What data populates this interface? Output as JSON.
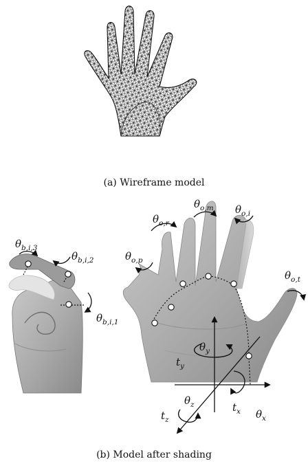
{
  "captions": {
    "a": "(a) Wireframe model",
    "b": "(b) Model after shading"
  },
  "labels": {
    "theta_b_i_3": {
      "base": "θ",
      "sub": "b,i,3"
    },
    "theta_b_i_2": {
      "base": "θ",
      "sub": "b,i,2"
    },
    "theta_b_i_1": {
      "base": "θ",
      "sub": "b,i,1"
    },
    "theta_o_r": {
      "base": "θ",
      "sub": "o,r"
    },
    "theta_o_m": {
      "base": "θ",
      "sub": "o,m"
    },
    "theta_o_i": {
      "base": "θ",
      "sub": "o,i"
    },
    "theta_o_p": {
      "base": "θ",
      "sub": "o,p"
    },
    "theta_o_t": {
      "base": "θ",
      "sub": "o,t"
    },
    "t_y": {
      "base": "t",
      "sub": "y"
    },
    "theta_y": {
      "base": "θ",
      "sub": "y"
    },
    "t_z": {
      "base": "t",
      "sub": "z"
    },
    "theta_z": {
      "base": "θ",
      "sub": "z"
    },
    "t_x": {
      "base": "t",
      "sub": "x"
    },
    "theta_x": {
      "base": "θ",
      "sub": "x"
    }
  }
}
